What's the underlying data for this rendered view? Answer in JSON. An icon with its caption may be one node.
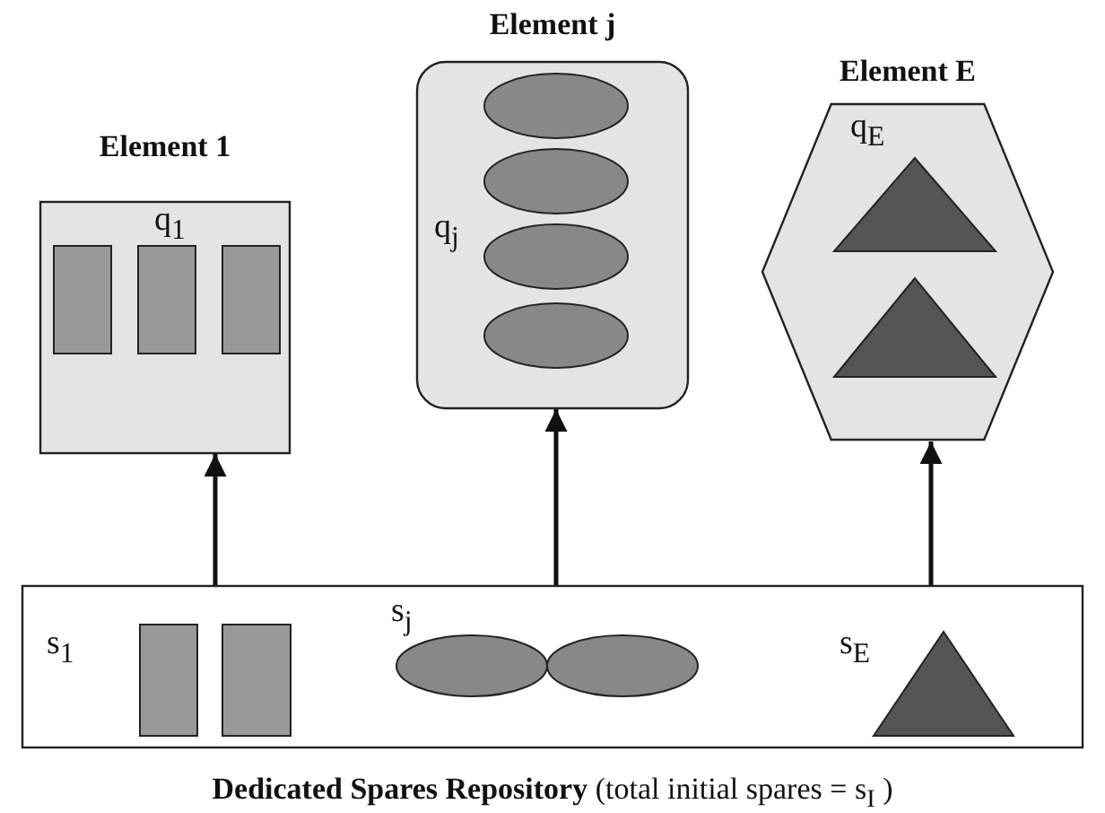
{
  "diagram": {
    "nodes": [
      {
        "text": [
          "Element 1",
          "q$_{1}$"
        ]
      },
      {
        "text": [
          "Element j",
          "q$_{j}$"
        ]
      },
      {
        "text": [
          "Element E",
          "q$_{E}$"
        ]
      },
      {
        "text": [
          "**Dedicated Spares Repository** (total initial spares = s$_{I}$ )",
          "s$_{1}$",
          "s$_{j}$",
          "s$_{E}$"
        ]
      }
    ],
    "edges": [
      {
        "from": 3,
        "to": 0,
        "arrow": "to"
      },
      {
        "from": 3,
        "to": 1,
        "arrow": "to"
      },
      {
        "from": 3,
        "to": 2,
        "arrow": "to"
      }
    ]
  }
}
